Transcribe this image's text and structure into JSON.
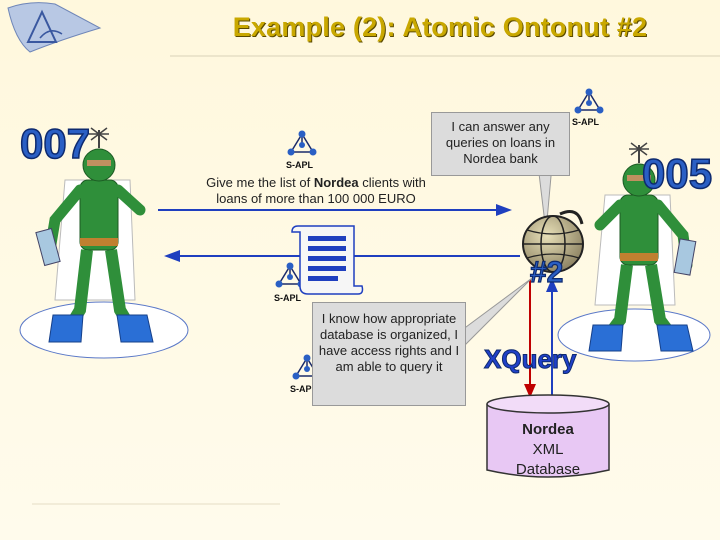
{
  "slide": {
    "title": "Example (2): Atomic Ontonut #2"
  },
  "agents": {
    "left_badge": "007",
    "right_badge": "005",
    "ontonut_badge": "#2"
  },
  "bubbles": {
    "right_agent": "I can answer any queries on loans in Nordea bank",
    "ontonut": "I know how appropriate database is organized, I have access rights and I am able to query it"
  },
  "messages": {
    "request_parts": [
      "Give me the list of ",
      "Nordea",
      " clients with loans of more than 100 000 EURO"
    ],
    "response_label": ""
  },
  "labels": {
    "sapl": "S-APL",
    "xquery": "XQuery"
  },
  "database": {
    "name": "Nordea",
    "type_line1": "XML",
    "type_line2": "Database"
  },
  "colors": {
    "title": "#c9a800",
    "arrow": "#1f3fbf",
    "db_fill": "#e8c8f4",
    "xquery": "#2040c8"
  }
}
